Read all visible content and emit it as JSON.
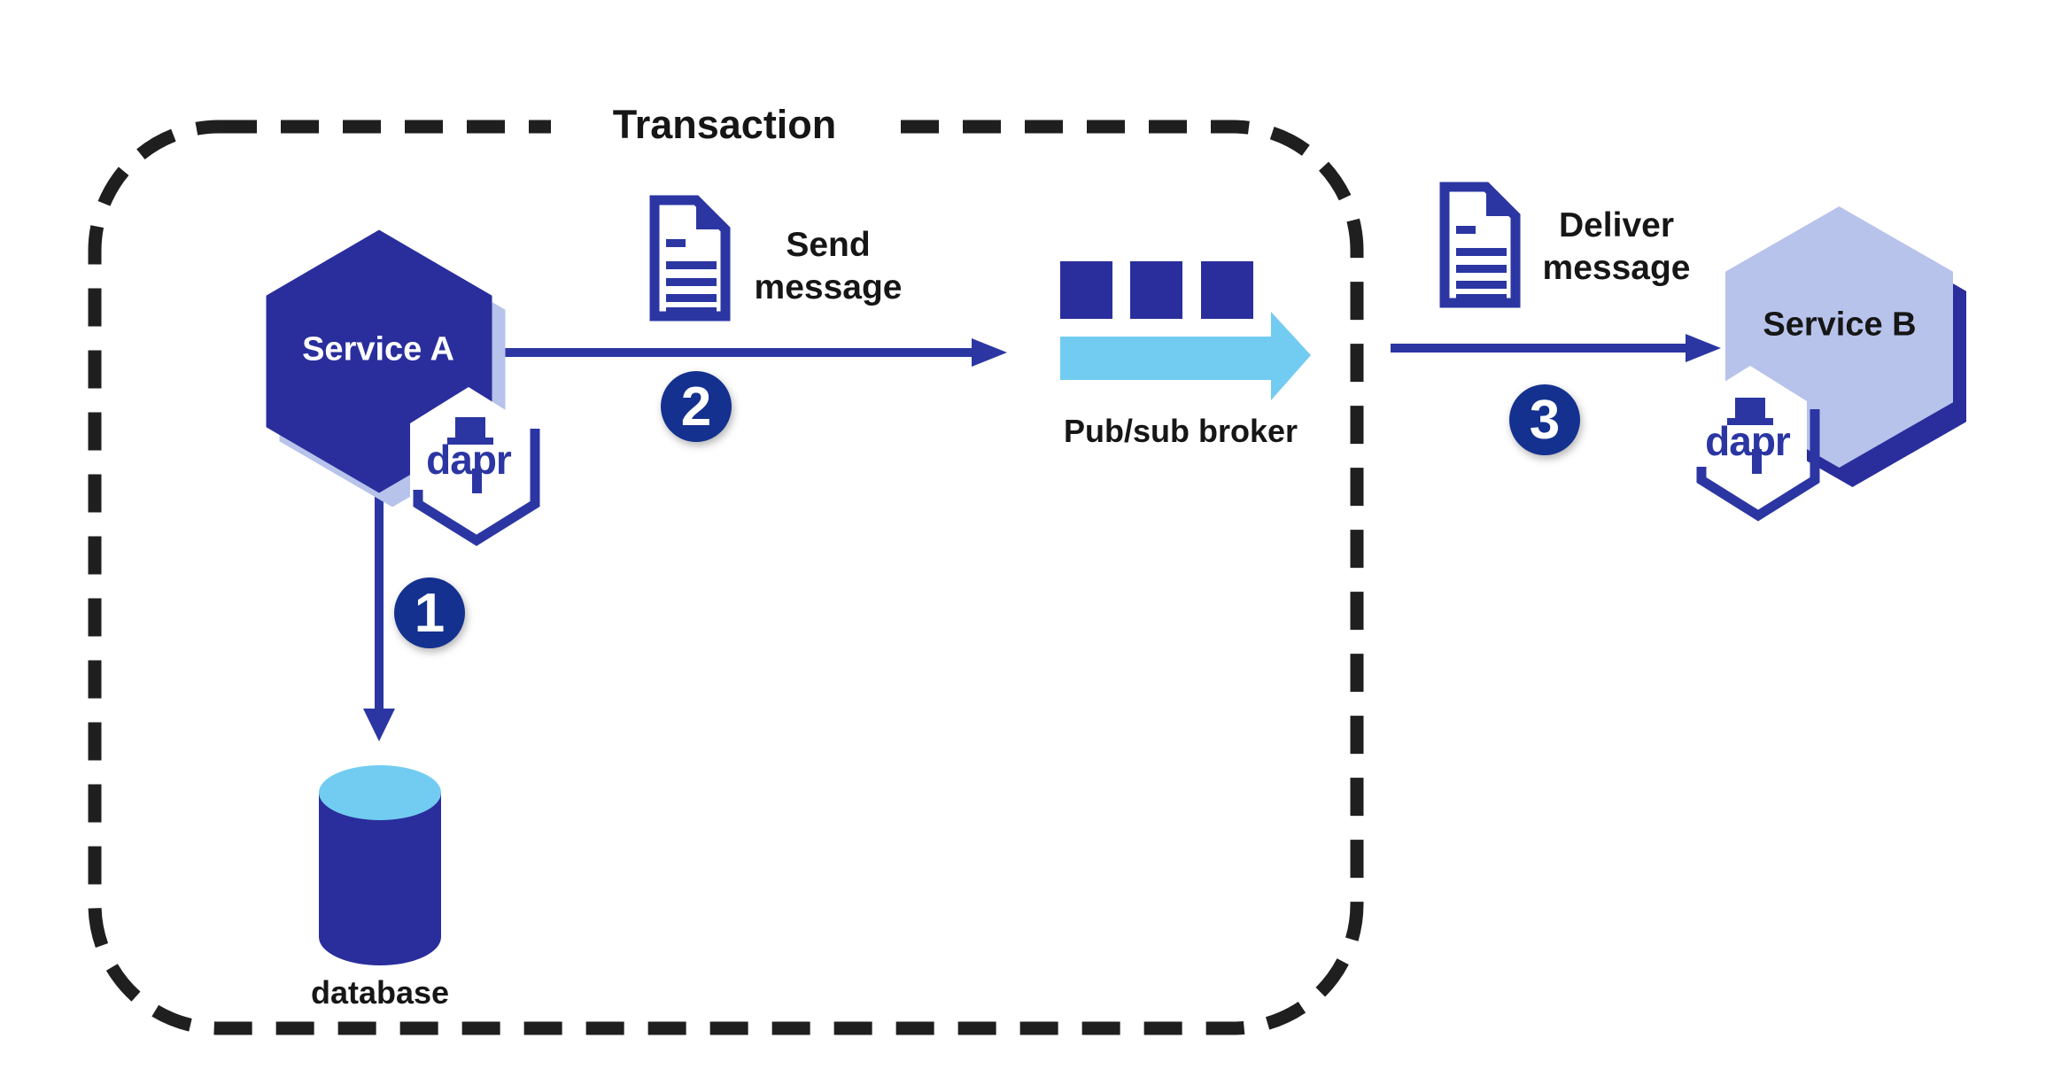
{
  "colors": {
    "primary": "#2a2e9c",
    "arrow": "#2b36a3",
    "circle": "#14318f",
    "periwinkle": "#b7c3eb",
    "sky": "#72ccf1",
    "border": "#1f1f1f",
    "ink": "#161616"
  },
  "transaction": {
    "label": "Transaction"
  },
  "service_a": {
    "label": "Service A",
    "badge": "dapr"
  },
  "service_b": {
    "label": "Service B",
    "badge": "dapr"
  },
  "database": {
    "label": "database"
  },
  "broker": {
    "label": "Pub/sub broker"
  },
  "steps": [
    {
      "number": "1"
    },
    {
      "number": "2",
      "label": "Send message"
    },
    {
      "number": "3",
      "label": "Deliver message"
    }
  ]
}
